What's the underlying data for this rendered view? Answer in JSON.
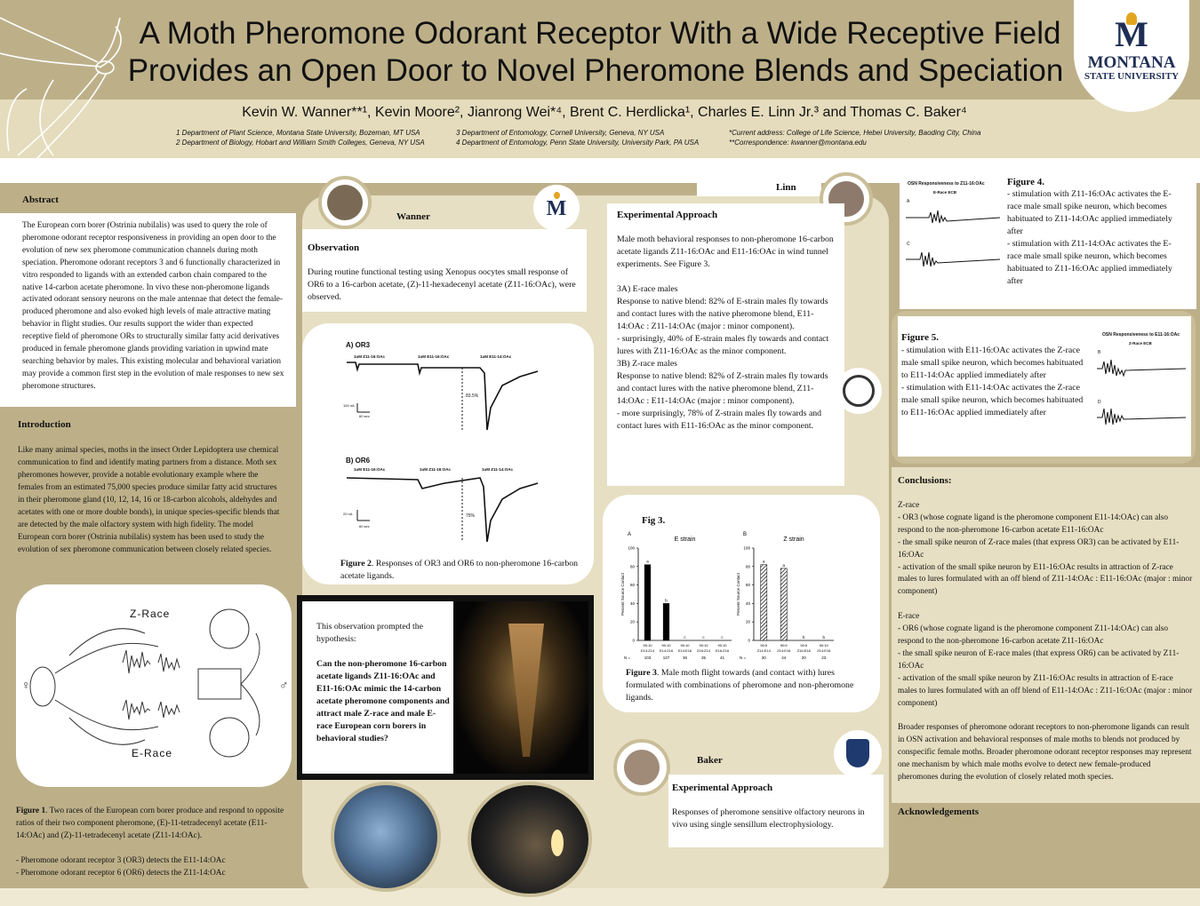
{
  "header": {
    "title_line1": "A Moth Pheromone Odorant Receptor With a Wide Receptive Field",
    "title_line2": "Provides an Open Door to Novel Pheromone Blends and Speciation",
    "authors": "Kevin W. Wanner**¹, Kevin Moore², Jianrong Wei*⁴, Brent C. Herdlicka¹, Charles E. Linn Jr.³ and Thomas C. Baker⁴",
    "affil_1": "1 Department of Plant Science, Montana State University, Bozeman, MT USA",
    "affil_2": "2 Department of Biology, Hobart and William Smith Colleges, Geneva, NY USA",
    "affil_3": "3 Department of Entomology, Cornell University, Geneva, NY USA",
    "affil_4": "4 Department of Entomology, Penn State University, University Park, PA USA",
    "note_1": "*Current address: College of Life Science, Hebei University, Baoding City, China",
    "note_2": "**Correspondence: kwanner@montana.edu",
    "logo_line1": "MONTANA",
    "logo_line2": "STATE UNIVERSITY",
    "logo_letter": "M"
  },
  "abstract": {
    "heading": "Abstract",
    "text": "The European corn borer (Ostrinia nubilalis) was used to query the role of pheromone odorant receptor responsiveness in providing an open door to the evolution of new sex pheromone communication channels during moth speciation. Pheromone odorant receptors 3 and 6 functionally characterized in vitro responded to ligands with an extended carbon chain compared to the native 14-carbon acetate pheromone. In vivo these non-pheromone ligands activated odorant sensory neurons on the male antennae that detect the female-produced pheromone and also evoked high levels of male attractive mating behavior in flight studies. Our results support the wider than expected receptive field of pheromone ORs to structurally similar fatty acid derivatives produced in female pheromone glands providing variation in upwind mate searching behavior by males. This existing molecular and behavioral variation may provide a common first step in the evolution of male responses to new sex pheromone structures."
  },
  "introduction": {
    "heading": "Introduction",
    "text": "Like many animal species, moths in the insect Order Lepidoptera use chemical communication to find and identify mating partners from a distance. Moth sex pheromones however, provide a notable evolutionary example where the females from an estimated 75,000 species produce similar fatty acid structures in their pheromone gland (10, 12, 14, 16 or 18-carbon alcohols, aldehydes and acetates with one or more double bonds), in unique species-specific blends that are detected by the male olfactory system with high fidelity. The model European corn borer (Ostrinia nubilalis) system has been used to study the evolution of sex pheromone communication between closely related species."
  },
  "figure1": {
    "z_race": "Z-Race",
    "e_race": "E-Race",
    "caption_label": "Figure 1",
    "caption": ". Two races of the European corn borer produce and respond to opposite ratios of their two component pheromone, (E)-11-tetradecenyl acetate (E11-14:OAc) and (Z)-11-tetradecenyl acetate (Z11-14:OAc).",
    "bullet_1": "- Pheromone odorant receptor 3 (OR3) detects the E11-14:OAc",
    "bullet_2": "- Pheromone odorant receptor 6 (OR6) detects the Z11-14:OAc"
  },
  "wanner": {
    "name": "Wanner",
    "heading": "Observation",
    "text": "During routine functional testing using Xenopus oocytes small response of OR6 to a 16-carbon acetate, (Z)-11-hexadecenyl acetate (Z11-16:OAc), were observed."
  },
  "figure2": {
    "panel_a": "A) OR3",
    "panel_b": "B) OR6",
    "a_stim1": "1uM Z11-16:OAc",
    "a_stim2": "1uM E11-16:OAc",
    "a_stim3": "1uM E11-14:OAc",
    "a_pct": "83.5%",
    "b_stim1": "1uM E11-16:OAc",
    "b_stim2": "1uM Z11-16:OAc",
    "b_stim3": "1uM Z11-14:OAc",
    "b_pct": "75%",
    "scale_a_y": "100 nA",
    "scale_a_x": "60 sec",
    "scale_b_y": "20 nA",
    "scale_b_x": "60 sec",
    "caption_label": "Figure 2",
    "caption": ". Responses of OR3 and OR6 to non-pheromone 16-carbon acetate ligands."
  },
  "hypothesis": {
    "intro": "This observation prompted the hypothesis:",
    "question": "Can the non-pheromone 16-carbon acetate ligands Z11-16:OAc and E11-16:OAc mimic the 14-carbon acetate pheromone components and attract male Z-race and male E-race European corn borers in behavioral studies?"
  },
  "linn": {
    "name": "Linn",
    "heading": "Experimental Approach",
    "text": "Male moth behavioral responses to non-pheromone 16-carbon acetate ligands Z11-16:OAc and E11-16:OAc in wind tunnel experiments. See Figure 3.\n\n3A) E-race males\nResponse to native blend: 82% of E-strain males fly towards and contact lures with the native pheromone blend, E11-14:OAc : Z11-14:OAc (major : minor component).\n- surprisingly, 40% of E-strain males fly towards and contact lures with Z11-16:OAc as the minor component.\n3B) Z-race males\nResponse to native blend: 82% of Z-strain males fly towards and contact lures with the native pheromone blend, Z11-14:OAc : E11-14:OAc (major : minor component).\n- more surprisingly, 78% of Z-strain males fly towards and contact lures with E11-16:OAc as the minor component."
  },
  "figure3": {
    "title": "Fig 3.",
    "caption_label": "Figure 3",
    "caption": ". Male moth flight towards (and contact with) lures formulated with combinations of pheromone and non-pheromone ligands."
  },
  "chart_data": [
    {
      "type": "bar",
      "panel": "A",
      "title": "E strain",
      "ylabel": "Percent Source Contact",
      "ylim": [
        0,
        100
      ],
      "yticks": [
        0,
        20,
        40,
        60,
        80,
        100
      ],
      "categories": [
        "90:10\nE14:Z14",
        "90:10\nE14:Z16",
        "90:10\nE14:E16",
        "90:10\nZ16:Z14",
        "90:10\nE16:Z16"
      ],
      "values": [
        82,
        40,
        0,
        0,
        0
      ],
      "letters": [
        "a",
        "b",
        "c",
        "c",
        "c"
      ],
      "n_label": "N =",
      "n": [
        "103",
        "127",
        "36",
        "35",
        "41"
      ]
    },
    {
      "type": "bar",
      "panel": "B",
      "title": "Z strain",
      "ylabel": "Percent Source Contact",
      "ylim": [
        0,
        100
      ],
      "yticks": [
        0,
        20,
        40,
        60,
        80,
        100
      ],
      "categories": [
        "90:5\nZ14:E14",
        "90:5\nZ14:E16",
        "90:5\nZ16:E16",
        "90:10\nZ14:E16"
      ],
      "values": [
        82,
        78,
        0,
        0
      ],
      "letters": [
        "a",
        "a",
        "b",
        "b"
      ],
      "n_label": "N =",
      "n": [
        "30",
        "44",
        "20",
        "23"
      ]
    }
  ],
  "baker": {
    "name": "Baker",
    "heading": "Experimental Approach",
    "text": "Responses of pheromone sensitive olfactory neurons in vivo using single sensillum electrophysiology."
  },
  "figure4": {
    "image_title": "OSN Responsiveness to Z11-16:OAc",
    "image_sub": "E-Race ECB",
    "label_a": "A",
    "label_c": "C",
    "caption_label": "Figure 4.",
    "text": "- stimulation with Z11-16:OAc activates the E-race male small spike neuron, which becomes habituated to Z11-14:OAc applied immediately after\n- stimulation with Z11-14:OAc activates the E-race male small spike neuron, which becomes habituated to Z11-16:OAc applied immediately after"
  },
  "figure5": {
    "image_title": "OSN Responsiveness to E11-16:OAc",
    "image_sub": "Z-Race ECB",
    "label_b": "B",
    "label_d": "D",
    "caption_label": "Figure 5.",
    "text": "- stimulation with E11-16:OAc activates the Z-race male small spike neuron, which becomes habituated to E11-14:OAc applied immediately after\n- stimulation with E11-14:OAc activates the Z-race male small spike neuron, which becomes habituated to E11-16:OAc applied immediately after"
  },
  "conclusions": {
    "heading": "Conclusions:",
    "text": "Z-race\n- OR3 (whose cognate ligand is the pheromone component E11-14:OAc) can also respond to the non-pheromone 16-carbon acetate E11-16:OAc\n- the small spike neuron of Z-race males (that express OR3) can be activated by E11-16:OAc\n- activation of the small spike neuron by E11-16:OAc results in attraction of Z-race males to lures formulated with an off blend of Z11-14:OAc : E11-16:OAc (major : minor component)\n\nE-race\n- OR6 (whose cognate ligand is the pheromone component Z11-14:OAc) can also respond to the non-pheromone 16-carbon acetate Z11-16:OAc\n- the small spike neuron of E-race males (that express OR6) can be activated by Z11-16:OAc\n- activation of the small spike neuron by Z11-16:OAc results in attraction of E-race males to lures formulated with an off blend of E11-14:OAc : Z11-16:OAc (major : minor component)\n\nBroader responses of pheromone odorant receptors to non-pheromone ligands can result in OSN activation and behavioral responses of male moths to blends not produced by conspecific female moths. Broader pheromone odorant receptor responses may represent one mechanism by which male moths evolve to detect new female-produced pheromones during the evolution of closely related moth species."
  },
  "acknowledgements": {
    "heading": "Acknowledgements"
  },
  "colors": {
    "olive": "#bdb089",
    "cream": "#efe9d4",
    "navy": "#1f2e55",
    "gold": "#e3a521"
  }
}
